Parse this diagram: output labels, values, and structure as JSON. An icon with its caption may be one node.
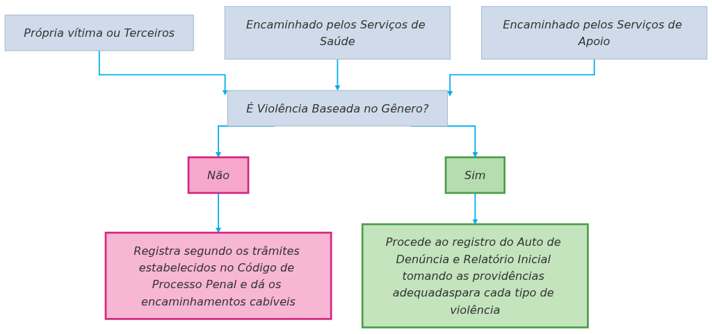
{
  "diagram": {
    "nodes": [
      {
        "text": [
          "Própria vítima ou Terceiros"
        ]
      },
      {
        "text": [
          "Encaminhado pelos Serviços de Saúde"
        ]
      },
      {
        "text": [
          "Encaminhado pelos Serviços de Apoio"
        ]
      },
      {
        "text": [
          "É Violência Baseada no Gênero?"
        ]
      },
      {
        "text": [
          "Não"
        ]
      },
      {
        "text": [
          "Sim"
        ]
      },
      {
        "text": [
          "Registra segundo os trâmites estabelecidos no Código de Processo Penal e dá os encaminhamentos cabíveis"
        ]
      },
      {
        "text": [
          "Procede ao registro do Auto de Denúncia e Relatório Inicial tomando as providências adequadaspara cada tipo de violência"
        ]
      }
    ],
    "edges": [
      {
        "from": 0,
        "to": 3,
        "arrow": "to"
      },
      {
        "from": 1,
        "to": 3,
        "arrow": "to"
      },
      {
        "from": 2,
        "to": 3,
        "arrow": "to"
      },
      {
        "from": 3,
        "to": 4,
        "arrow": "to"
      },
      {
        "from": 3,
        "to": 5,
        "arrow": "to"
      },
      {
        "from": 4,
        "to": 6,
        "arrow": "to"
      },
      {
        "from": 5,
        "to": 7,
        "arrow": "to"
      }
    ]
  }
}
